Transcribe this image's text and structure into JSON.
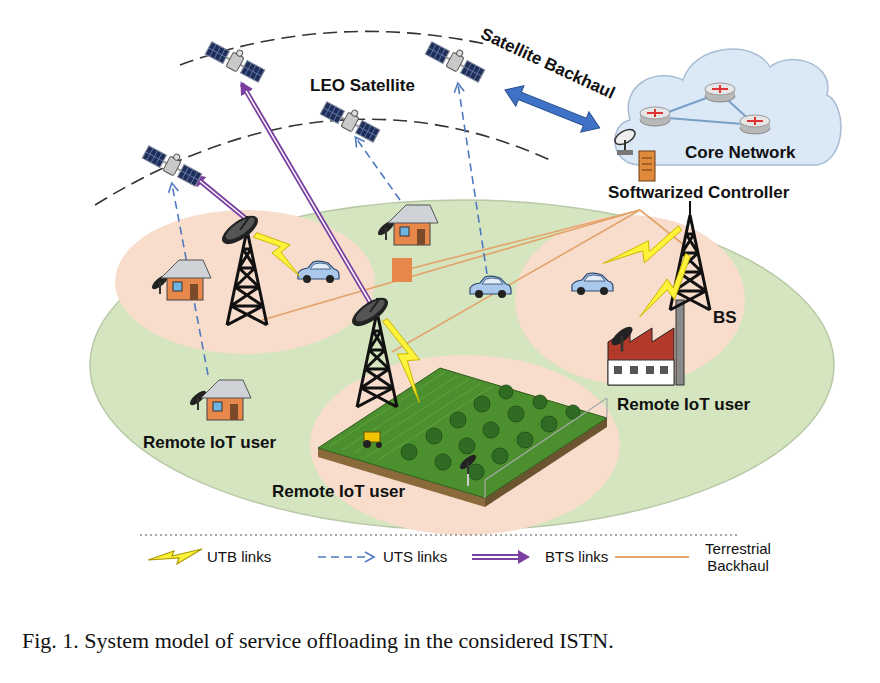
{
  "diagram": {
    "caption": "Fig. 1. System model of service offloading in the considered ISTN.",
    "nodes": [
      {
        "text": [
          "Core Network"
        ]
      }
    ],
    "labels": [
      "LEO Satellite",
      "Satellite Backhaul",
      "Softwarized Controller",
      "BS",
      "Remote IoT user",
      "Remote IoT user",
      "Remote IoT user"
    ],
    "legend": [
      {
        "text": "UTB links"
      },
      {
        "text": "UTS links"
      },
      {
        "text": "BTS links"
      },
      {
        "text": "Terrestrial Backhaul"
      }
    ]
  }
}
